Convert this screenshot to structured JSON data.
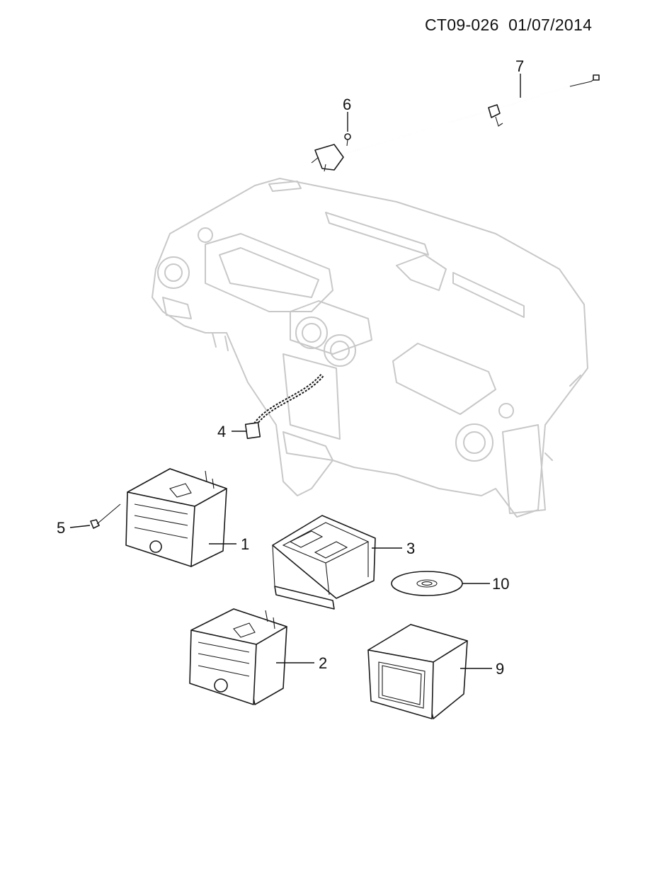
{
  "header": {
    "code": "CT09-026",
    "date": "01/07/2014"
  },
  "callouts": [
    {
      "id": "1",
      "label": "1"
    },
    {
      "id": "2",
      "label": "2"
    },
    {
      "id": "3",
      "label": "3"
    },
    {
      "id": "4",
      "label": "4"
    },
    {
      "id": "5",
      "label": "5"
    },
    {
      "id": "6",
      "label": "6"
    },
    {
      "id": "7",
      "label": "7"
    },
    {
      "id": "9",
      "label": "9"
    },
    {
      "id": "10",
      "label": "10"
    }
  ]
}
